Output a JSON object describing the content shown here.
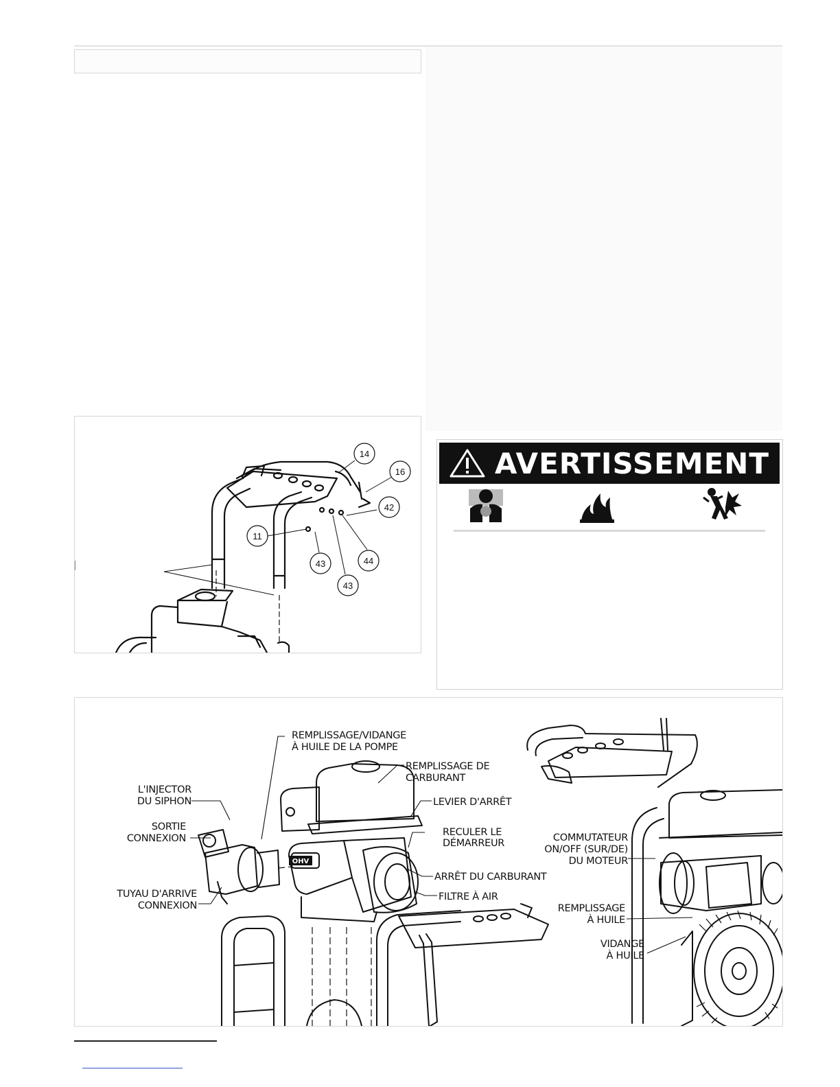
{
  "warning": {
    "title": "AVERTISSEMENT",
    "icons": [
      "inhalation-hazard-icon",
      "fire-hazard-icon",
      "explosion-hazard-icon"
    ]
  },
  "handle_assembly_figure": {
    "callouts": [
      "14",
      "16",
      "42",
      "11",
      "43",
      "44",
      "43"
    ]
  },
  "components_figure": {
    "labels": {
      "pump_oil": [
        "REMPLISSAGE/VIDANGE",
        "À HUILE DE LA POMPE"
      ],
      "fuel_fill": [
        "REMPLISSAGE DE",
        "CARBURANT"
      ],
      "stop_lever": [
        "LEVIER D'ARRÊT"
      ],
      "recoil_starter": [
        "RECULER LE",
        "DÉMARREUR"
      ],
      "fuel_shutoff": [
        "ARRÊT DU CARBURANT"
      ],
      "air_filter": [
        "FILTRE À AIR"
      ],
      "siphon_injector": [
        "L'INJECTOR",
        "DU SIPHON"
      ],
      "outlet_connection": [
        "SORTIE",
        "CONNEXION"
      ],
      "inlet_connection": [
        "TUYAU D'ARRIVE",
        "CONNEXION"
      ],
      "engine_switch": [
        "COMMUTATEUR",
        "ON/OFF (SUR/DE)",
        "DU MOTEUR"
      ],
      "oil_fill": [
        "REMPLISSAGE",
        "À HUILE"
      ],
      "oil_drain": [
        "VIDANGE",
        "À HUILE"
      ],
      "ohv_badge": "OHV"
    }
  }
}
